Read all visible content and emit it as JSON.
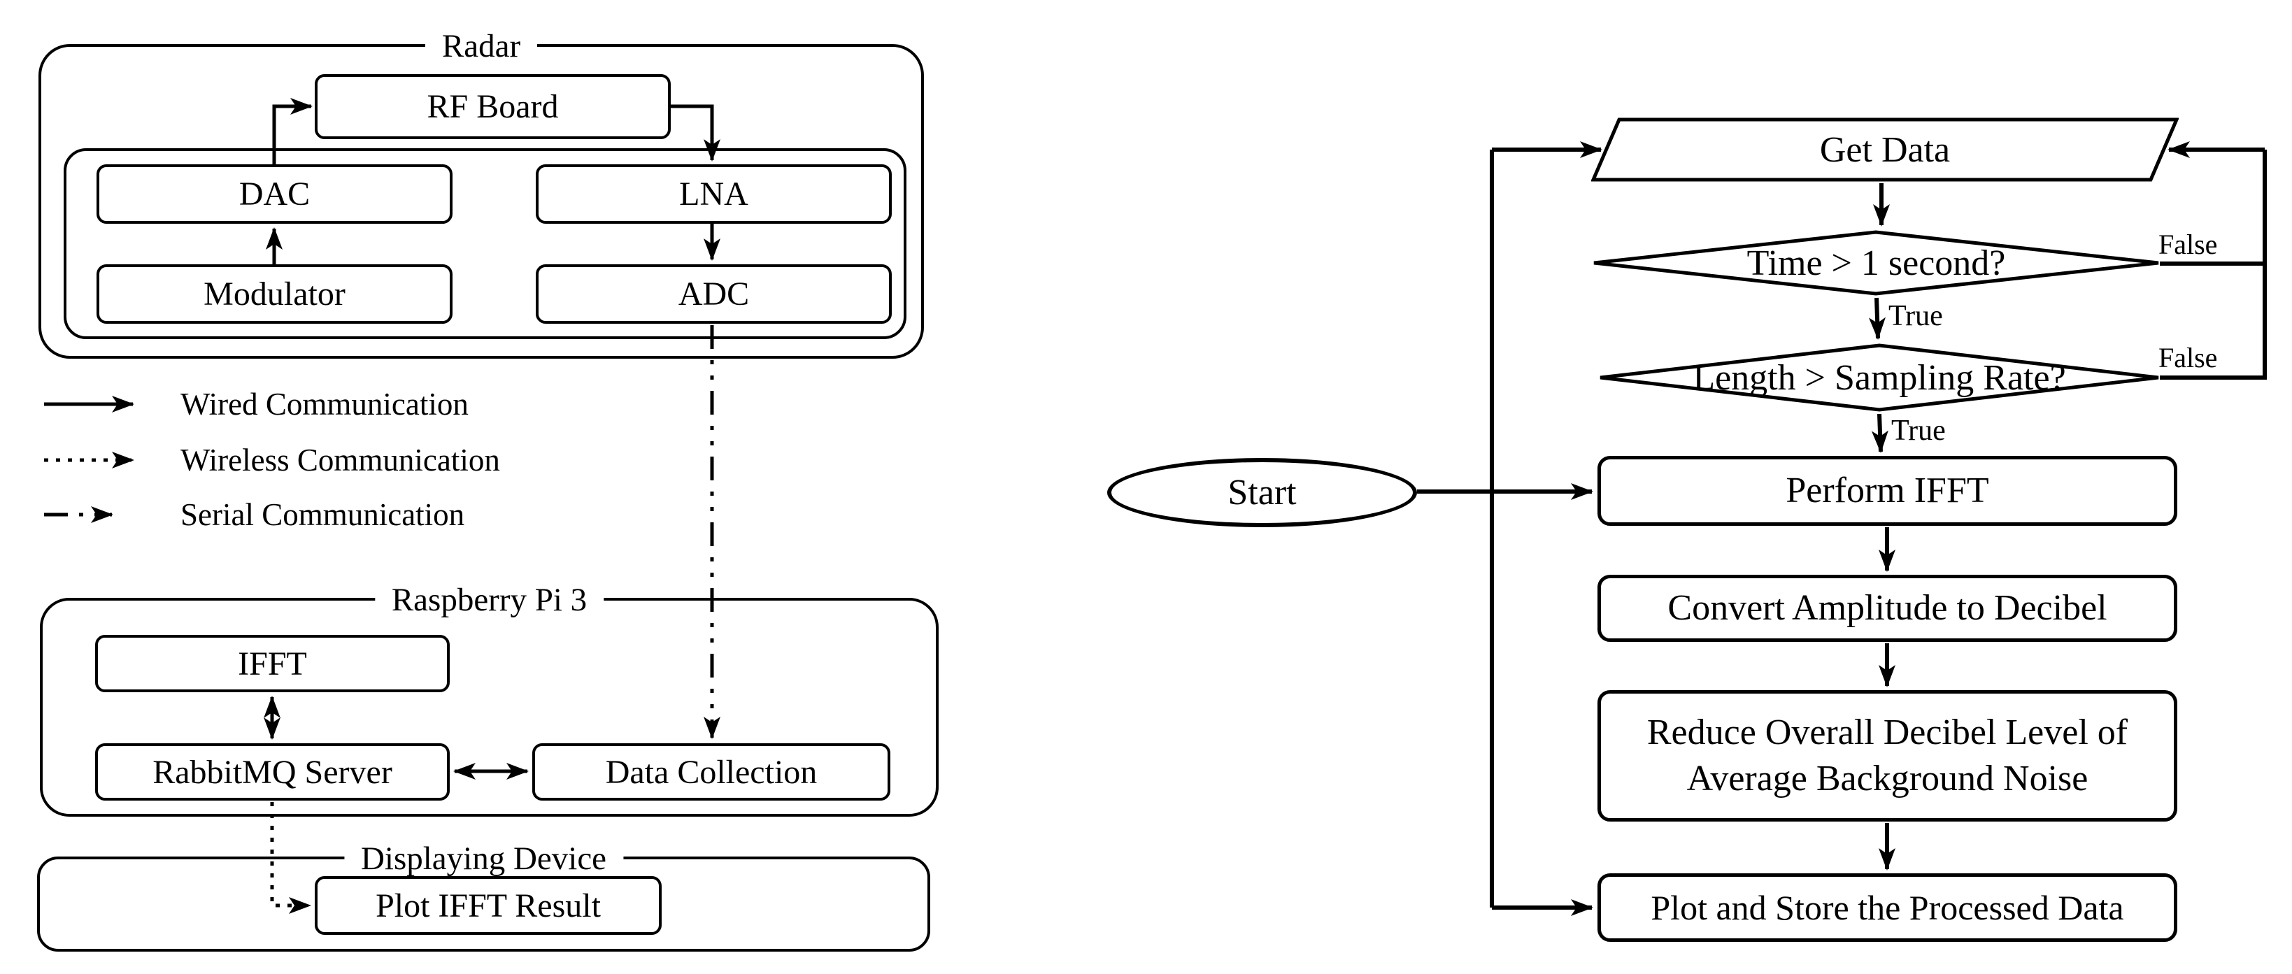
{
  "figure": {
    "left_panel": {
      "radar": {
        "label": "Radar",
        "rf_board": "RF Board",
        "dac": "DAC",
        "lna": "LNA",
        "modulator": "Modulator",
        "adc": "ADC"
      },
      "legend": {
        "wired": "Wired Communication",
        "wireless": "Wireless Communication",
        "serial": "Serial Communication"
      },
      "raspberry_pi": {
        "label": "Raspberry Pi 3",
        "ifft": "IFFT",
        "rabbitmq": "RabbitMQ Server",
        "data_collection": "Data Collection"
      },
      "displaying_device": {
        "label": "Displaying Device",
        "plot_ifft": "Plot IFFT Result"
      }
    },
    "flowchart": {
      "start": "Start",
      "get_data": "Get Data",
      "time_check": "Time > 1 second?",
      "length_check": "Length > Sampling Rate?",
      "true_label": "True",
      "false_label": "False",
      "perform_ifft": "Perform IFFT",
      "convert_amplitude": "Convert Amplitude to Decibel",
      "reduce_line1": "Reduce Overall Decibel Level of",
      "reduce_line2": "Average Background Noise",
      "plot_store": "Plot and Store the Processed Data"
    },
    "colors": {
      "ink": "#000000",
      "paper": "#ffffff"
    }
  }
}
